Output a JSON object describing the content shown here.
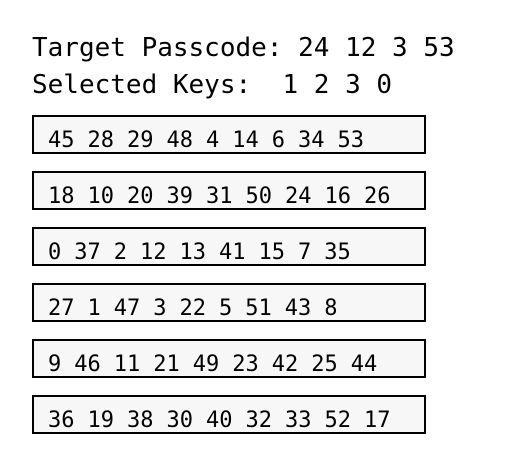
{
  "target": {
    "label": "Target Passcode:",
    "codes": [
      "24",
      "12",
      "3",
      "53"
    ]
  },
  "selected": {
    "label": "Selected Keys:",
    "keys": [
      "1",
      "2",
      "3",
      "0"
    ]
  },
  "keypad": {
    "rows": [
      [
        "45",
        "28",
        "29",
        "48",
        "4",
        "14",
        "6",
        "34",
        "53"
      ],
      [
        "18",
        "10",
        "20",
        "39",
        "31",
        "50",
        "24",
        "16",
        "26"
      ],
      [
        "0",
        "37",
        "2",
        "12",
        "13",
        "41",
        "15",
        "7",
        "35"
      ],
      [
        "27",
        "1",
        "47",
        "3",
        "22",
        "5",
        "51",
        "43",
        "8"
      ],
      [
        "9",
        "46",
        "11",
        "21",
        "49",
        "23",
        "42",
        "25",
        "44"
      ],
      [
        "36",
        "19",
        "38",
        "30",
        "40",
        "32",
        "33",
        "52",
        "17"
      ]
    ]
  }
}
